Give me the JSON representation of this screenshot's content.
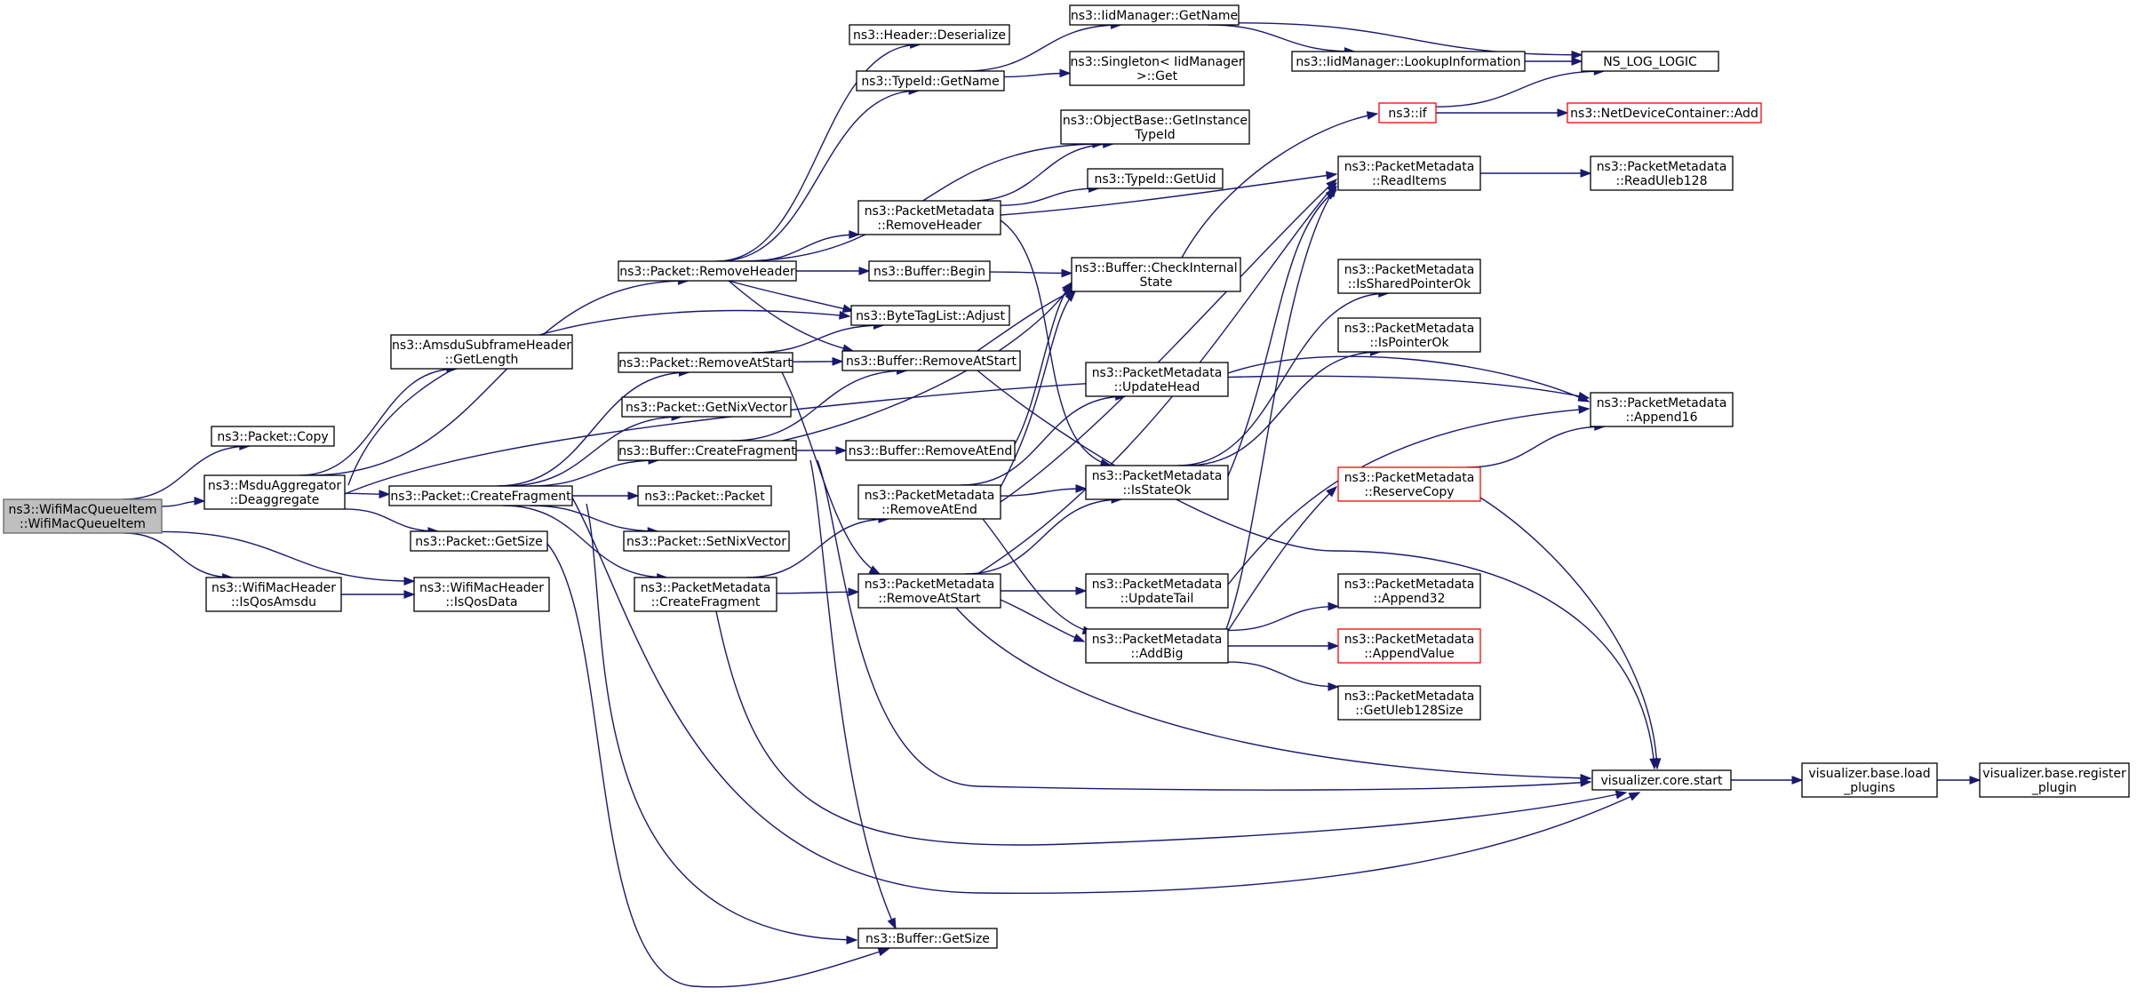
{
  "diagram": {
    "type": "call-graph",
    "colors": {
      "edge": "#191970",
      "root_fill": "#bfbfbf",
      "node_border": "#000000",
      "incomplete_border": "#ff0000"
    },
    "nodes": [
      {
        "id": "root",
        "lines": [
          "ns3::WifiMacQueueItem",
          "::WifiMacQueueItem"
        ],
        "style": "root"
      },
      {
        "id": "packet_copy",
        "lines": [
          "ns3::Packet::Copy"
        ]
      },
      {
        "id": "msdu_deagg",
        "lines": [
          "ns3::MsduAggregator",
          "::Deaggregate"
        ]
      },
      {
        "id": "wifi_isqosamsdu",
        "lines": [
          "ns3::WifiMacHeader",
          "::IsQosAmsdu"
        ]
      },
      {
        "id": "wifi_isqosdata",
        "lines": [
          "ns3::WifiMacHeader",
          "::IsQosData"
        ]
      },
      {
        "id": "amsdu_getlength",
        "lines": [
          "ns3::AmsduSubframeHeader",
          "::GetLength"
        ]
      },
      {
        "id": "packet_removeheader",
        "lines": [
          "ns3::Packet::RemoveHeader"
        ]
      },
      {
        "id": "packet_removeatstart",
        "lines": [
          "ns3::Packet::RemoveAtStart"
        ]
      },
      {
        "id": "packet_getnixvector",
        "lines": [
          "ns3::Packet::GetNixVector"
        ]
      },
      {
        "id": "buffer_createfragment",
        "lines": [
          "ns3::Buffer::CreateFragment"
        ]
      },
      {
        "id": "packet_createfragment",
        "lines": [
          "ns3::Packet::CreateFragment"
        ]
      },
      {
        "id": "packet_packet",
        "lines": [
          "ns3::Packet::Packet"
        ]
      },
      {
        "id": "packet_getsize",
        "lines": [
          "ns3::Packet::GetSize"
        ]
      },
      {
        "id": "packet_setnixvector",
        "lines": [
          "ns3::Packet::SetNixVector"
        ]
      },
      {
        "id": "pm_createfragment",
        "lines": [
          "ns3::PacketMetadata",
          "::CreateFragment"
        ]
      },
      {
        "id": "header_deserialize",
        "lines": [
          "ns3::Header::Deserialize"
        ]
      },
      {
        "id": "typeid_getname",
        "lines": [
          "ns3::TypeId::GetName"
        ]
      },
      {
        "id": "pm_removeheader",
        "lines": [
          "ns3::PacketMetadata",
          "::RemoveHeader"
        ]
      },
      {
        "id": "buffer_begin",
        "lines": [
          "ns3::Buffer::Begin"
        ]
      },
      {
        "id": "bytetaglist_adjust",
        "lines": [
          "ns3::ByteTagList::Adjust"
        ]
      },
      {
        "id": "buffer_removeatstart",
        "lines": [
          "ns3::Buffer::RemoveAtStart"
        ]
      },
      {
        "id": "buffer_removeatend",
        "lines": [
          "ns3::Buffer::RemoveAtEnd"
        ]
      },
      {
        "id": "pm_removeatend",
        "lines": [
          "ns3::PacketMetadata",
          "::RemoveAtEnd"
        ]
      },
      {
        "id": "pm_removeatstart",
        "lines": [
          "ns3::PacketMetadata",
          "::RemoveAtStart"
        ]
      },
      {
        "id": "buffer_getsize",
        "lines": [
          "ns3::Buffer::GetSize"
        ]
      },
      {
        "id": "iidmanager_getname",
        "lines": [
          "ns3::IidManager::GetName"
        ]
      },
      {
        "id": "singleton_get",
        "lines": [
          "ns3::Singleton< IidManager",
          ">::Get"
        ]
      },
      {
        "id": "objectbase_gettid",
        "lines": [
          "ns3::ObjectBase::GetInstance",
          "TypeId"
        ]
      },
      {
        "id": "typeid_getuid",
        "lines": [
          "ns3::TypeId::GetUid"
        ]
      },
      {
        "id": "buffer_checkinternal",
        "lines": [
          "ns3::Buffer::CheckInternal",
          "State"
        ]
      },
      {
        "id": "pm_updatehead",
        "lines": [
          "ns3::PacketMetadata",
          "::UpdateHead"
        ]
      },
      {
        "id": "pm_isstateok",
        "lines": [
          "ns3::PacketMetadata",
          "::IsStateOk"
        ]
      },
      {
        "id": "pm_updatetail",
        "lines": [
          "ns3::PacketMetadata",
          "::UpdateTail"
        ]
      },
      {
        "id": "pm_addbig",
        "lines": [
          "ns3::PacketMetadata",
          "::AddBig"
        ]
      },
      {
        "id": "iidmanager_lookup",
        "lines": [
          "ns3::IidManager::LookupInformation"
        ]
      },
      {
        "id": "ns3_if",
        "lines": [
          "ns3::if"
        ],
        "style": "red"
      },
      {
        "id": "pm_readitems",
        "lines": [
          "ns3::PacketMetadata",
          "::ReadItems"
        ]
      },
      {
        "id": "pm_issharedpointerok",
        "lines": [
          "ns3::PacketMetadata",
          "::IsSharedPointerOk"
        ]
      },
      {
        "id": "pm_ispointerok",
        "lines": [
          "ns3::PacketMetadata",
          "::IsPointerOk"
        ]
      },
      {
        "id": "pm_reservecopy",
        "lines": [
          "ns3::PacketMetadata",
          "::ReserveCopy"
        ],
        "style": "red"
      },
      {
        "id": "pm_append32",
        "lines": [
          "ns3::PacketMetadata",
          "::Append32"
        ]
      },
      {
        "id": "pm_appendvalue",
        "lines": [
          "ns3::PacketMetadata",
          "::AppendValue"
        ],
        "style": "red"
      },
      {
        "id": "pm_getuleb128size",
        "lines": [
          "ns3::PacketMetadata",
          "::GetUleb128Size"
        ]
      },
      {
        "id": "ns_log_logic",
        "lines": [
          "NS_LOG_LOGIC"
        ]
      },
      {
        "id": "netdevice_add",
        "lines": [
          "ns3::NetDeviceContainer::Add"
        ],
        "style": "red"
      },
      {
        "id": "pm_readuleb128",
        "lines": [
          "ns3::PacketMetadata",
          "::ReadUleb128"
        ]
      },
      {
        "id": "pm_append16",
        "lines": [
          "ns3::PacketMetadata",
          "::Append16"
        ]
      },
      {
        "id": "vis_core_start",
        "lines": [
          "visualizer.core.start"
        ]
      },
      {
        "id": "vis_load_plugins",
        "lines": [
          "visualizer.base.load",
          "_plugins"
        ]
      },
      {
        "id": "vis_register_plugin",
        "lines": [
          "visualizer.base.register",
          "_plugin"
        ]
      }
    ],
    "edges": [
      [
        "root",
        "packet_copy"
      ],
      [
        "root",
        "msdu_deagg"
      ],
      [
        "root",
        "wifi_isqosamsdu"
      ],
      [
        "root",
        "wifi_isqosdata"
      ],
      [
        "msdu_deagg",
        "amsdu_getlength"
      ],
      [
        "msdu_deagg",
        "packet_removeheader"
      ],
      [
        "msdu_deagg",
        "bytetaglist_adjust"
      ],
      [
        "msdu_deagg",
        "packet_createfragment"
      ],
      [
        "msdu_deagg",
        "packet_getsize"
      ],
      [
        "msdu_deagg",
        "pm_append16"
      ],
      [
        "wifi_isqosamsdu",
        "wifi_isqosdata"
      ],
      [
        "packet_removeheader",
        "header_deserialize"
      ],
      [
        "packet_removeheader",
        "typeid_getname"
      ],
      [
        "packet_removeheader",
        "objectbase_gettid"
      ],
      [
        "packet_removeheader",
        "pm_removeheader"
      ],
      [
        "packet_removeheader",
        "buffer_begin"
      ],
      [
        "packet_removeheader",
        "bytetaglist_adjust"
      ],
      [
        "packet_removeheader",
        "buffer_removeatstart"
      ],
      [
        "packet_removeatstart",
        "bytetaglist_adjust"
      ],
      [
        "packet_removeatstart",
        "buffer_removeatstart"
      ],
      [
        "packet_removeatstart",
        "pm_removeatstart"
      ],
      [
        "packet_createfragment",
        "packet_removeatstart"
      ],
      [
        "packet_createfragment",
        "packet_getnixvector"
      ],
      [
        "packet_createfragment",
        "buffer_createfragment"
      ],
      [
        "packet_createfragment",
        "packet_packet"
      ],
      [
        "packet_createfragment",
        "packet_setnixvector"
      ],
      [
        "packet_createfragment",
        "pm_createfragment"
      ],
      [
        "packet_createfragment",
        "buffer_getsize"
      ],
      [
        "packet_createfragment",
        "vis_core_start"
      ],
      [
        "buffer_createfragment",
        "buffer_removeatstart"
      ],
      [
        "buffer_createfragment",
        "buffer_removeatend"
      ],
      [
        "buffer_createfragment",
        "buffer_checkinternal"
      ],
      [
        "buffer_createfragment",
        "buffer_getsize"
      ],
      [
        "buffer_createfragment",
        "vis_core_start"
      ],
      [
        "packet_getsize",
        "buffer_getsize"
      ],
      [
        "pm_createfragment",
        "pm_removeatend"
      ],
      [
        "pm_createfragment",
        "pm_removeatstart"
      ],
      [
        "pm_createfragment",
        "vis_core_start"
      ],
      [
        "typeid_getname",
        "iidmanager_getname"
      ],
      [
        "typeid_getname",
        "singleton_get"
      ],
      [
        "iidmanager_getname",
        "iidmanager_lookup"
      ],
      [
        "iidmanager_getname",
        "ns_log_logic"
      ],
      [
        "iidmanager_lookup",
        "ns_log_logic"
      ],
      [
        "pm_removeheader",
        "objectbase_gettid"
      ],
      [
        "pm_removeheader",
        "typeid_getuid"
      ],
      [
        "pm_removeheader",
        "pm_readitems"
      ],
      [
        "pm_removeheader",
        "pm_isstateok"
      ],
      [
        "buffer_begin",
        "buffer_checkinternal"
      ],
      [
        "buffer_removeatstart",
        "buffer_checkinternal"
      ],
      [
        "buffer_removeatstart",
        "vis_core_start"
      ],
      [
        "buffer_removeatend",
        "buffer_checkinternal"
      ],
      [
        "buffer_checkinternal",
        "ns3_if"
      ],
      [
        "ns3_if",
        "ns_log_logic"
      ],
      [
        "ns3_if",
        "netdevice_add"
      ],
      [
        "pm_removeatend",
        "pm_updatehead"
      ],
      [
        "pm_removeatend",
        "pm_isstateok"
      ],
      [
        "pm_removeatend",
        "pm_addbig"
      ],
      [
        "pm_removeatend",
        "pm_readitems"
      ],
      [
        "pm_removeatend",
        "buffer_checkinternal"
      ],
      [
        "pm_removeatstart",
        "pm_updatetail"
      ],
      [
        "pm_removeatstart",
        "pm_isstateok"
      ],
      [
        "pm_removeatstart",
        "pm_addbig"
      ],
      [
        "pm_removeatstart",
        "pm_readitems"
      ],
      [
        "pm_removeatstart",
        "vis_core_start"
      ],
      [
        "pm_updatehead",
        "pm_append16"
      ],
      [
        "pm_updatetail",
        "pm_append16"
      ],
      [
        "pm_isstateok",
        "pm_readitems"
      ],
      [
        "pm_isstateok",
        "pm_issharedpointerok"
      ],
      [
        "pm_isstateok",
        "pm_ispointerok"
      ],
      [
        "pm_addbig",
        "pm_readitems"
      ],
      [
        "pm_addbig",
        "pm_reservecopy"
      ],
      [
        "pm_addbig",
        "pm_append32"
      ],
      [
        "pm_addbig",
        "pm_appendvalue"
      ],
      [
        "pm_addbig",
        "pm_getuleb128size"
      ],
      [
        "pm_reservecopy",
        "pm_append16"
      ],
      [
        "pm_reservecopy",
        "vis_core_start"
      ],
      [
        "pm_readitems",
        "pm_readuleb128"
      ],
      [
        "vis_core_start",
        "vis_load_plugins"
      ],
      [
        "vis_load_plugins",
        "vis_register_plugin"
      ]
    ]
  }
}
